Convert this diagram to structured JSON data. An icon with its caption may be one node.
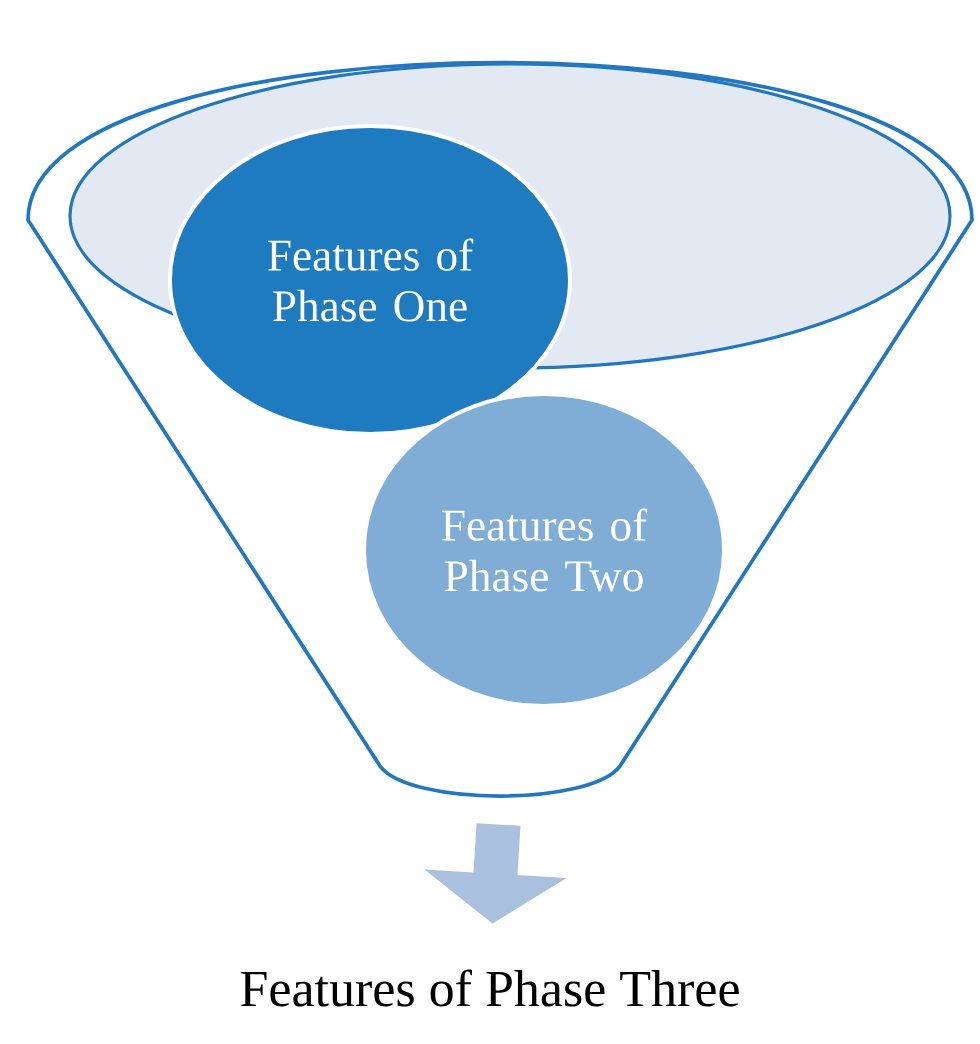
{
  "diagram": {
    "nodes": [
      {
        "text": [],
        "shape": "funnel"
      },
      {
        "text": [
          "Features of Phase One"
        ],
        "in": 0
      },
      {
        "text": [
          "Features of Phase Two"
        ],
        "in": 0
      },
      {
        "text": [
          "Features of Phase Three"
        ]
      }
    ],
    "edges": [
      {
        "from": 0,
        "to": 3,
        "arrow": "to"
      }
    ]
  }
}
